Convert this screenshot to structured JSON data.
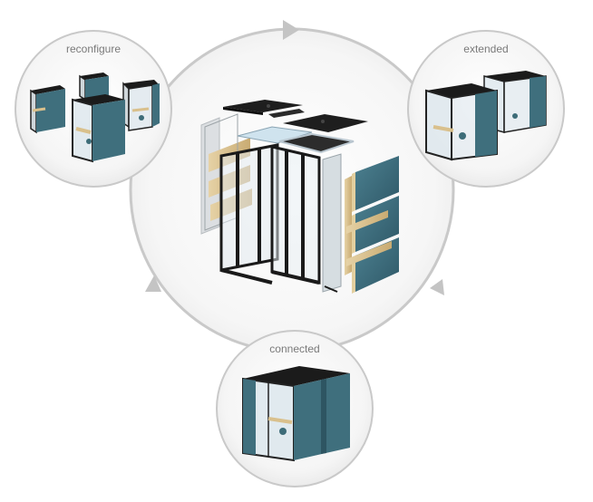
{
  "diagram": {
    "nodes": [
      {
        "id": "reconfigure",
        "label": "reconfigure"
      },
      {
        "id": "extended",
        "label": "extended"
      },
      {
        "id": "connected",
        "label": "connected"
      }
    ],
    "center": {
      "id": "exploded-booth"
    },
    "colors": {
      "panel_teal": "#3f6f7d",
      "panel_teal_dark": "#2e5562",
      "frame_black": "#1b1b1b",
      "wood": "#d9c08c",
      "ring_gray": "#c9c9c9",
      "circle_fill": "#f7f7f7",
      "label_gray": "#7a7a7a"
    }
  }
}
